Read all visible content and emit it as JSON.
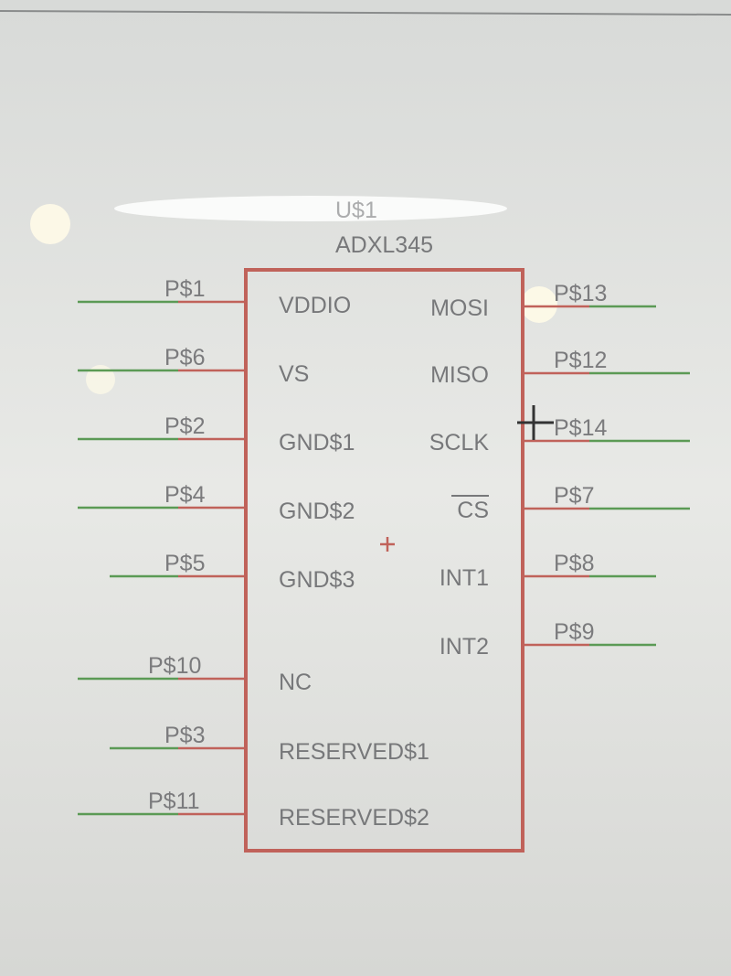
{
  "part": {
    "name": "U$1",
    "value": "ADXL345"
  },
  "left_pins": [
    {
      "pad": "P$1",
      "name": "VDDIO"
    },
    {
      "pad": "P$6",
      "name": "VS"
    },
    {
      "pad": "P$2",
      "name": "GND$1"
    },
    {
      "pad": "P$4",
      "name": "GND$2"
    },
    {
      "pad": "P$5",
      "name": "GND$3"
    },
    {
      "pad": "P$10",
      "name": "NC"
    },
    {
      "pad": "P$3",
      "name": "RESERVED$1"
    },
    {
      "pad": "P$11",
      "name": "RESERVED$2"
    }
  ],
  "right_pins": [
    {
      "pad": "P$13",
      "name": "MOSI"
    },
    {
      "pad": "P$12",
      "name": "MISO"
    },
    {
      "pad": "P$14",
      "name": "SCLK"
    },
    {
      "pad": "P$7",
      "name": "CS"
    },
    {
      "pad": "P$8",
      "name": "INT1"
    },
    {
      "pad": "P$9",
      "name": "INT2"
    }
  ],
  "colors": {
    "symbol": "#c0625a",
    "pin_end": "#5b9a55",
    "background": "#e4e6e3"
  }
}
